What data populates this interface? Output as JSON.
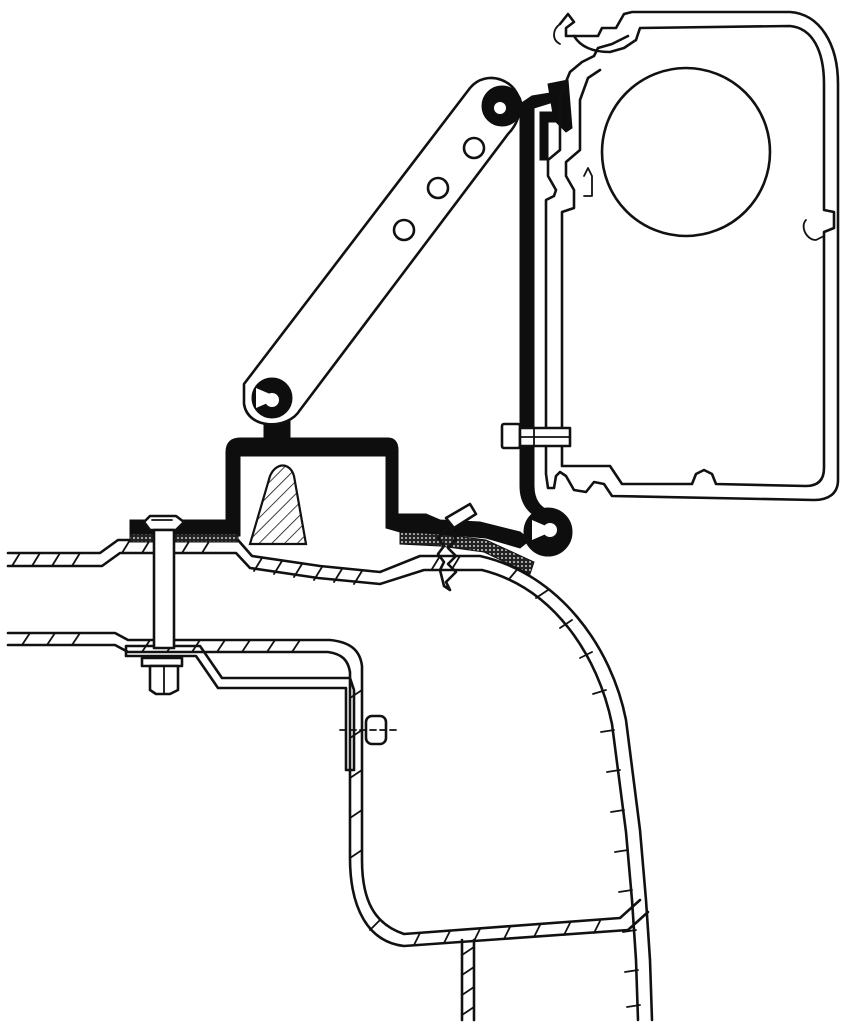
{
  "diagram": {
    "colors": {
      "line": "#111111",
      "fill_dark": "#0e0e0e",
      "background": "#ffffff"
    },
    "parts": [
      "awning-cassette-profile",
      "awning-roller-tube",
      "adapter-strut-arm",
      "mounting-bracket",
      "wall-rail",
      "roof-panel",
      "inner-roof-panel",
      "body-side-wall",
      "through-bolt",
      "self-tapping-screw",
      "clamp-screw",
      "seal-strip",
      "stud-pin"
    ]
  }
}
